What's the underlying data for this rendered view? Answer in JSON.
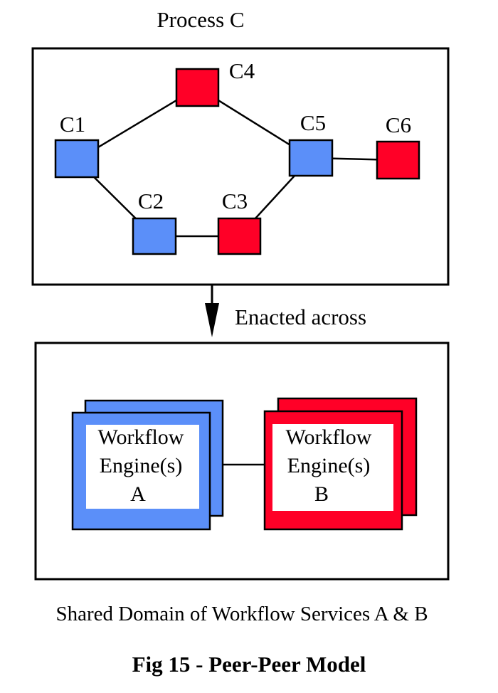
{
  "process_title": "Process C",
  "nodes": [
    {
      "id": "C1",
      "label": "C1",
      "color": "#5b8ff9"
    },
    {
      "id": "C2",
      "label": "C2",
      "color": "#5b8ff9"
    },
    {
      "id": "C3",
      "label": "C3",
      "color": "#ff0027"
    },
    {
      "id": "C4",
      "label": "C4",
      "color": "#ff0027"
    },
    {
      "id": "C5",
      "label": "C5",
      "color": "#5b8ff9"
    },
    {
      "id": "C6",
      "label": "C6",
      "color": "#ff0027"
    }
  ],
  "edges": [
    [
      "C1",
      "C4"
    ],
    [
      "C4",
      "C5"
    ],
    [
      "C1",
      "C2"
    ],
    [
      "C2",
      "C3"
    ],
    [
      "C3",
      "C5"
    ],
    [
      "C5",
      "C6"
    ]
  ],
  "arrow_label": "Enacted across",
  "engines": [
    {
      "line1": "Workflow",
      "line2": "Engine(s)",
      "line3": "A",
      "color": "#5b8ff9"
    },
    {
      "line1": "Workflow",
      "line2": "Engine(s)",
      "line3": "B",
      "color": "#ff0027"
    }
  ],
  "domain_label": "Shared Domain of Workflow Services A & B",
  "figure_caption": "Fig 15 - Peer-Peer Model"
}
